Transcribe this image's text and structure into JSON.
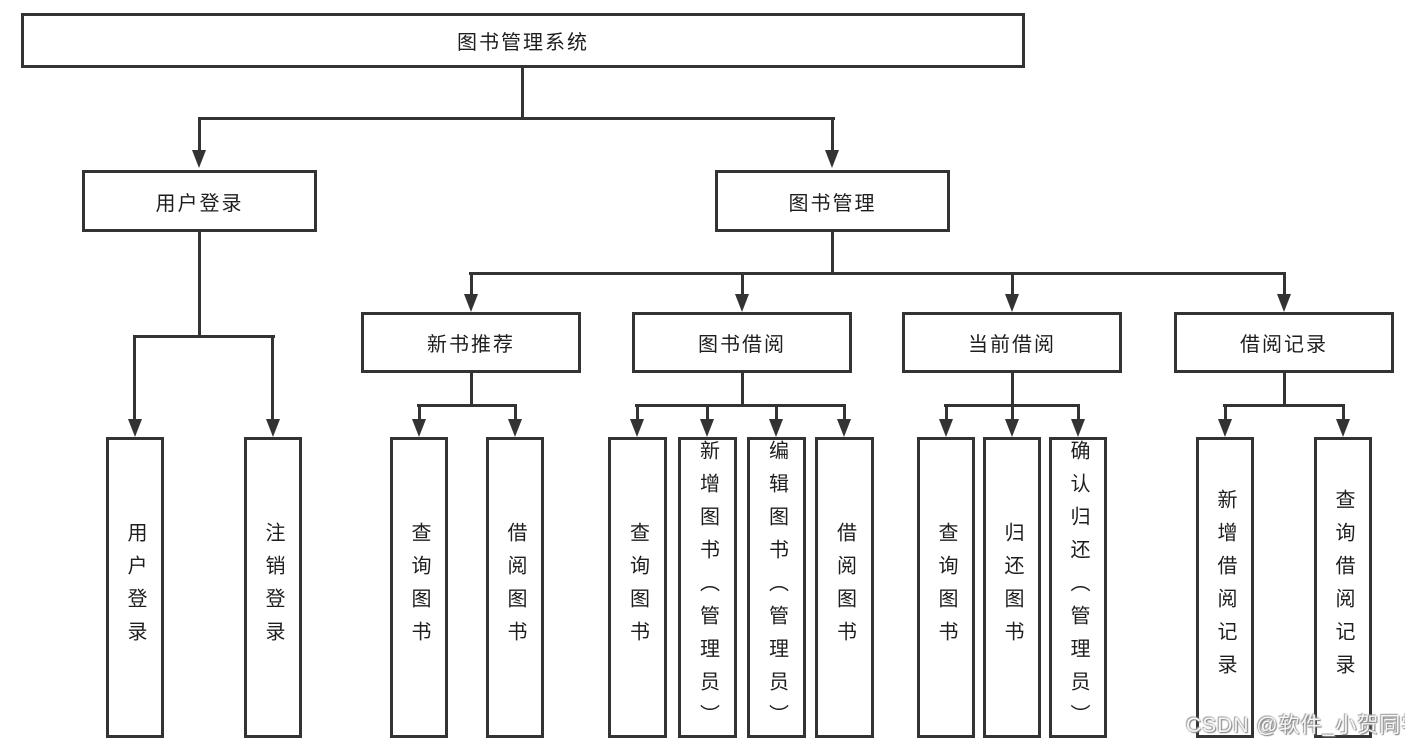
{
  "diagram": {
    "root": {
      "label": "图书管理系统"
    },
    "level2": [
      {
        "label": "用户登录"
      },
      {
        "label": "图书管理"
      }
    ],
    "level3": [
      {
        "label": "新书推荐"
      },
      {
        "label": "图书借阅"
      },
      {
        "label": "当前借阅"
      },
      {
        "label": "借阅记录"
      }
    ],
    "leaves": {
      "login": [
        "用户登录",
        "注销登录"
      ],
      "recommend": [
        "查询图书",
        "借阅图书"
      ],
      "borrow": [
        "查询图书",
        "新增图书（管理员）",
        "编辑图书（管理员）",
        "借阅图书"
      ],
      "current": [
        "查询图书",
        "归还图书",
        "确认归还（管理员）"
      ],
      "records": [
        "新增借阅记录",
        "查询借阅记录"
      ]
    }
  },
  "watermark": {
    "text": "CSDN @软件_小贺同学"
  },
  "colors": {
    "line": "#333333",
    "text": "#1e1e1e",
    "background": "#ffffff",
    "watermark_fill": "#ffffff"
  }
}
